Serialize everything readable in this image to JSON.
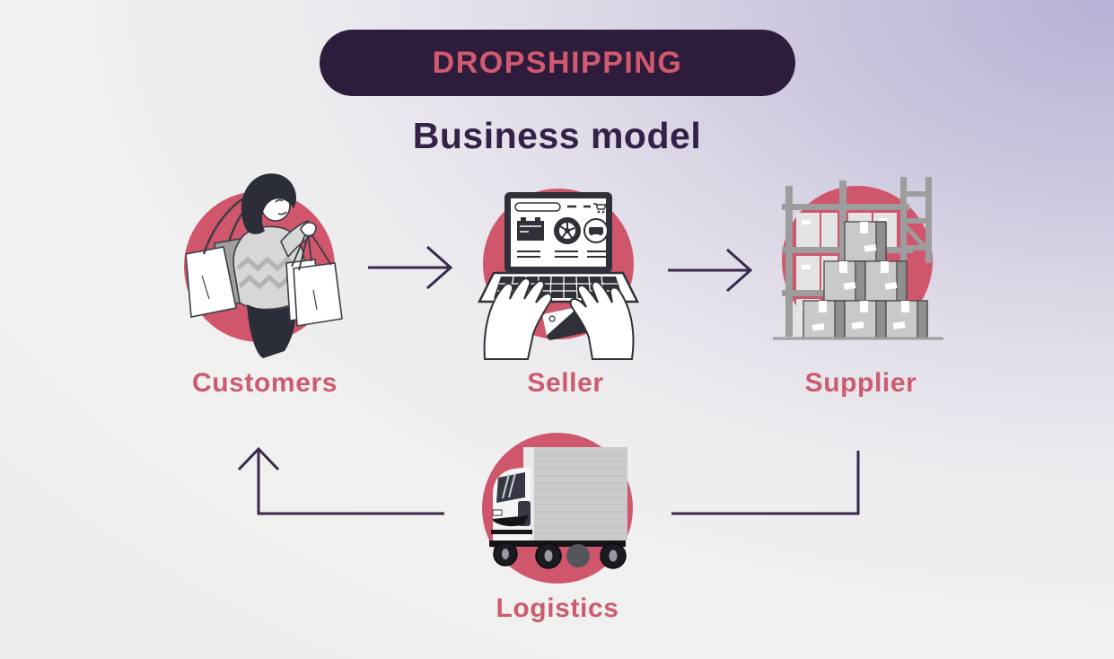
{
  "header": {
    "badge": "DROPSHIPPING",
    "title": "Business model"
  },
  "nodes": {
    "customers": {
      "label": "Customers",
      "icon": "woman-shopper-icon"
    },
    "seller": {
      "label": "Seller",
      "icon": "laptop-checkout-icon"
    },
    "supplier": {
      "label": "Supplier",
      "icon": "warehouse-shelves-icon"
    },
    "logistics": {
      "label": "Logistics",
      "icon": "delivery-truck-icon"
    }
  },
  "flow": [
    {
      "from": "Customers",
      "to": "Seller"
    },
    {
      "from": "Seller",
      "to": "Supplier"
    },
    {
      "from": "Supplier",
      "to": "Logistics"
    },
    {
      "from": "Logistics",
      "to": "Customers"
    }
  ],
  "colors": {
    "badge_background": "#2d1c3b",
    "badge_text": "#d15a70",
    "title_text": "#342147",
    "node_label_text": "#cc5b6e",
    "node_circle_fill": "#cf566b",
    "arrow_stroke": "#3a294d",
    "background_top_right": "#b9b1d6",
    "background_bottom_left": "#f1f1f0"
  }
}
